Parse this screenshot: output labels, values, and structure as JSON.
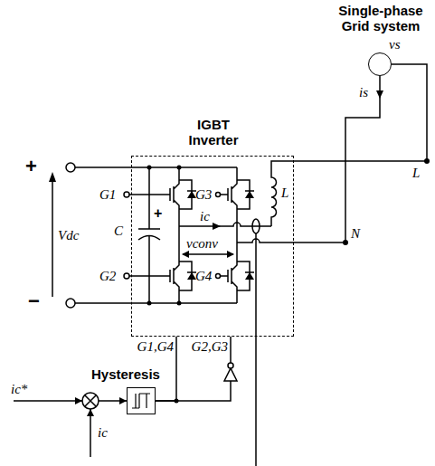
{
  "diagram": {
    "nodes": [
      {
        "text": [
          "Single-phase Grid system",
          "vs"
        ]
      },
      {
        "text": [
          "IGBT Inverter"
        ]
      },
      {
        "text": [
          "Hysteresis"
        ]
      }
    ],
    "edges": [
      {
        "from": 0,
        "to": 1,
        "arrow": "none"
      },
      {
        "from": 0,
        "to": 1,
        "arrow": "none"
      },
      {
        "from": 2,
        "to": 1,
        "arrow": "none",
        "label": "G1,G4"
      },
      {
        "from": 2,
        "to": 1,
        "arrow": "none",
        "label": "G2,G3"
      }
    ],
    "labels": [
      "+",
      "−",
      "Vdc",
      "C",
      "+",
      "G1",
      "G2",
      "G3",
      "G4",
      "L",
      "ic",
      "vconv",
      "N",
      "L",
      "is",
      "ic*",
      "ic"
    ]
  }
}
